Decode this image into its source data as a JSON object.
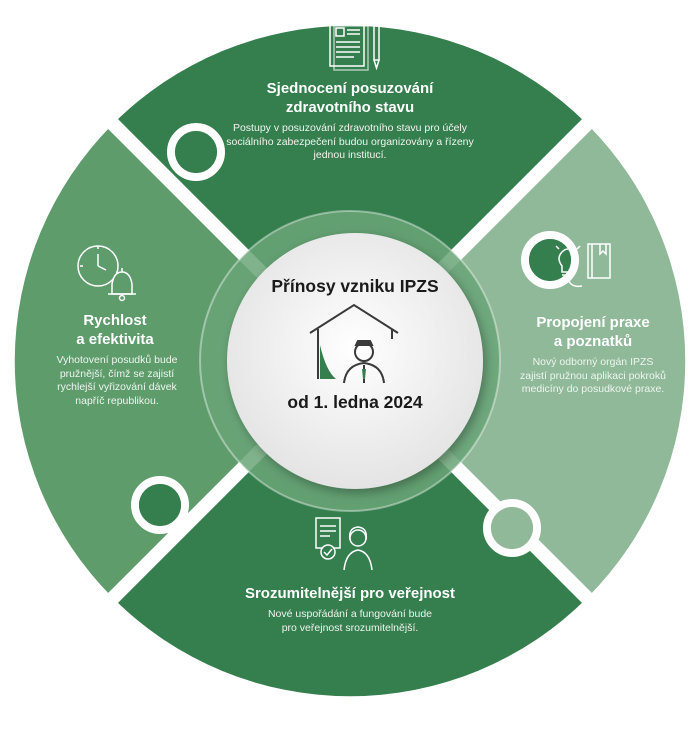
{
  "center": {
    "title": "Přínosy vzniku IPZS",
    "date": "od 1. ledna 2024",
    "icon": "house-doctor-icon"
  },
  "segments": [
    {
      "id": "top",
      "title": "Sjednocení posuzování\nzdravotního stavu",
      "description": "Postupy v posuzování zdravotního stavu pro účely\nsociálního zabezpečení budou organizovány a řízeny\njednou institucí.",
      "icon": "document-pencil-icon",
      "color": "#357f4e"
    },
    {
      "id": "right",
      "title": "Propojení praxe\na poznatků",
      "description": "Nový odborný orgán IPZS\nzajistí pružnou aplikaci pokroků\nmedicíny do posudkové praxe.",
      "icon": "lightbulb-book-icon",
      "color": "#8fb998"
    },
    {
      "id": "bottom",
      "title": "Srozumitelnější pro veřejnost",
      "description": "Nové uspořádání a fungování bude\npro veřejnost srozumitelnější.",
      "icon": "person-document-icon",
      "color": "#357f4e"
    },
    {
      "id": "left",
      "title": "Rychlost\na efektivita",
      "description": "Vyhotovení posudků bude\npružnější, čímž se zajistí\nrychlejší vyřizování dávek\nnapříč republikou.",
      "icon": "clock-bell-icon",
      "color": "#5e9c6c"
    }
  ],
  "colors": {
    "dark_green": "#357f4e",
    "medium_green": "#5e9c6c",
    "light_green": "#8fb998",
    "ring": "#6aa478",
    "center_fill": "#f4f4f4"
  }
}
